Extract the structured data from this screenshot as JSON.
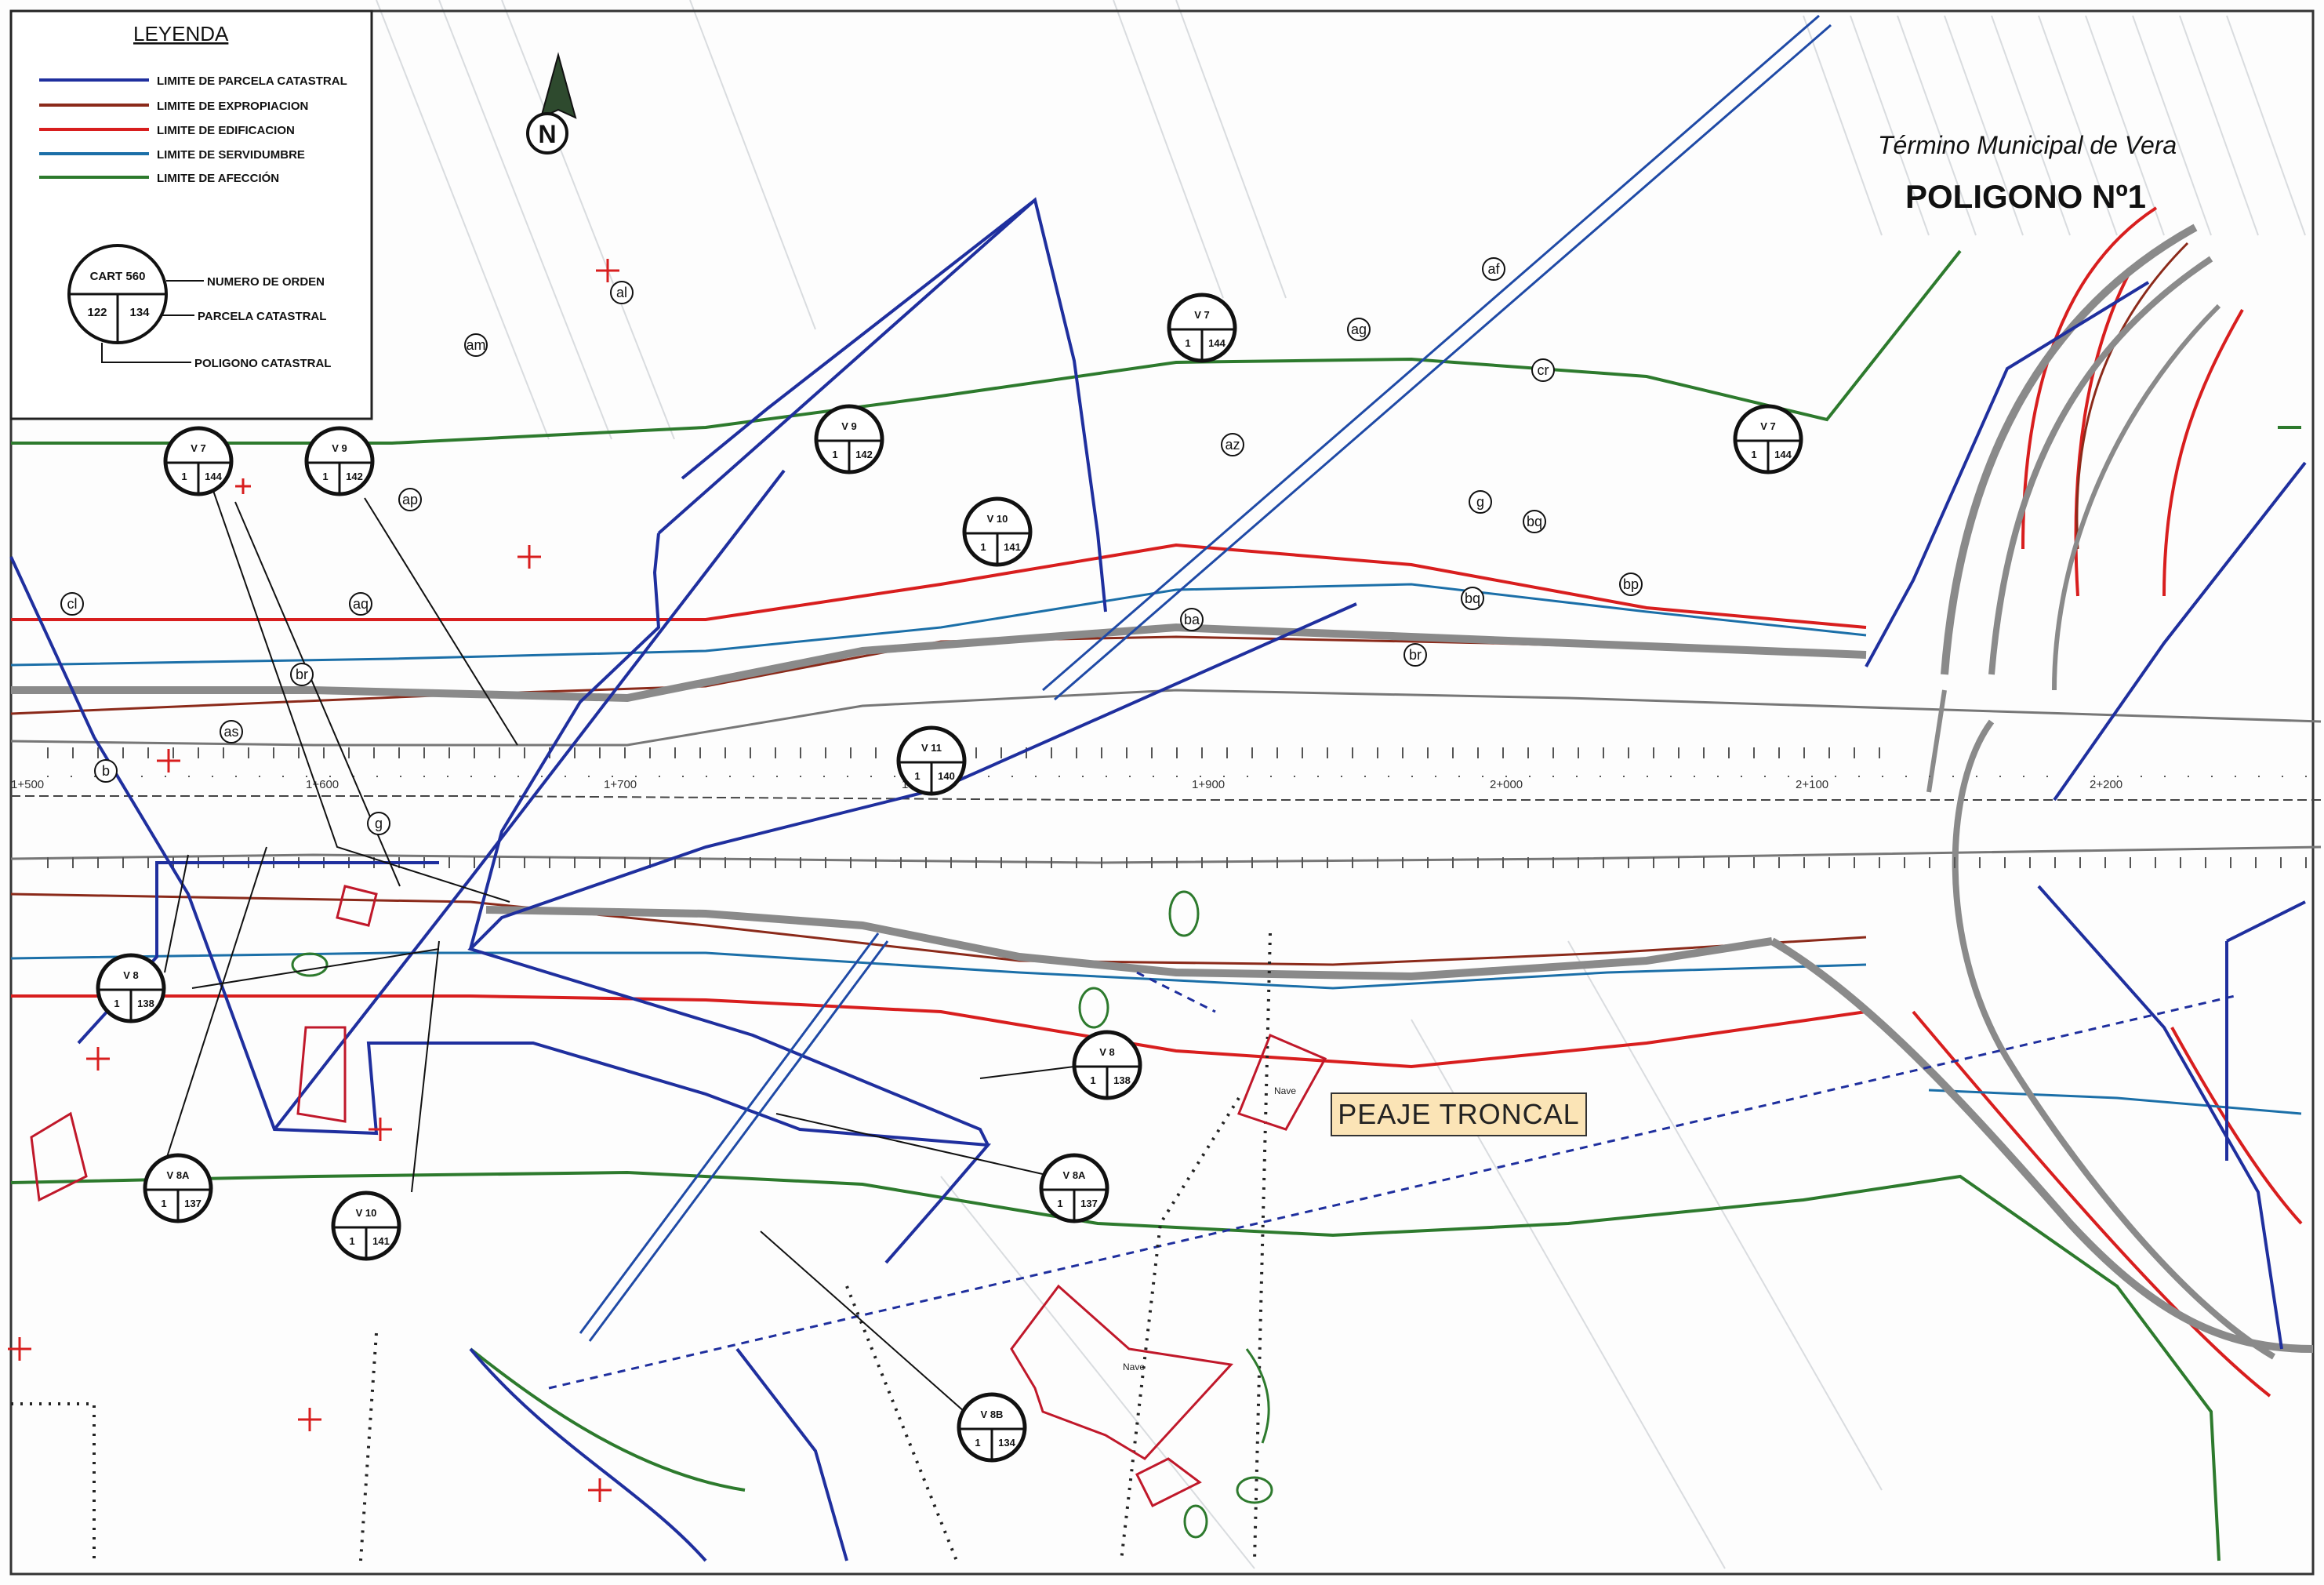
{
  "legend": {
    "title": "LEYENDA",
    "lines": [
      {
        "label": "LIMITE DE PARCELA CATASTRAL",
        "color": "#1f2f9e"
      },
      {
        "label": "LIMITE DE EXPROPIACION",
        "color": "#8b2a1a"
      },
      {
        "label": "LIMITE DE EDIFICACION",
        "color": "#d81e1e"
      },
      {
        "label": "LIMITE DE SERVIDUMBRE",
        "color": "#1b6fa8"
      },
      {
        "label": "LIMITE DE AFECCIÓN",
        "color": "#2d7a2d"
      }
    ],
    "sample": {
      "code": "CART 560",
      "parcel": "122",
      "polygon": "134"
    },
    "sample_labels": {
      "order": "NUMERO DE ORDEN",
      "parcel": "PARCELA CATASTRAL",
      "polygon": "POLIGONO CATASTRAL"
    }
  },
  "north_label": "N",
  "header": {
    "municipality": "Término Municipal de Vera",
    "polygon": "POLIGONO Nº1"
  },
  "peaje": "PEAJE TRONCAL",
  "kilometer_points": [
    "1+500",
    "1+600",
    "1+700",
    "1+800",
    "1+900",
    "2+000",
    "2+100",
    "2+200"
  ],
  "parcels": [
    {
      "id": "V 7",
      "poly": "1",
      "parcel": "144"
    },
    {
      "id": "V 9",
      "poly": "1",
      "parcel": "142"
    },
    {
      "id": "V 9",
      "poly": "1",
      "parcel": "142"
    },
    {
      "id": "V 7",
      "poly": "1",
      "parcel": "144"
    },
    {
      "id": "V 10",
      "poly": "1",
      "parcel": "141"
    },
    {
      "id": "V 7",
      "poly": "1",
      "parcel": "144"
    },
    {
      "id": "V 11",
      "poly": "1",
      "parcel": "140"
    },
    {
      "id": "V 8",
      "poly": "1",
      "parcel": "138"
    },
    {
      "id": "V 8",
      "poly": "1",
      "parcel": "138"
    },
    {
      "id": "V 8A",
      "poly": "1",
      "parcel": "137"
    },
    {
      "id": "V 8A",
      "poly": "1",
      "parcel": "137"
    },
    {
      "id": "V 10",
      "poly": "1",
      "parcel": "141"
    },
    {
      "id": "V 8B",
      "poly": "1",
      "parcel": "134"
    }
  ],
  "lot_letters": [
    "al",
    "am",
    "ap",
    "aq",
    "as",
    "b",
    "g",
    "br",
    "cl",
    "af",
    "ag",
    "cr",
    "az",
    "g",
    "bq",
    "bp",
    "bq",
    "ba",
    "br"
  ],
  "building_label": "Nave",
  "colors": {
    "catastral": "#1f2f9e",
    "expropiacion": "#8b2a1a",
    "edificacion": "#d81e1e",
    "servidumbre": "#1b6fa8",
    "afeccion": "#2d7a2d",
    "road": "#8a8a8a"
  }
}
